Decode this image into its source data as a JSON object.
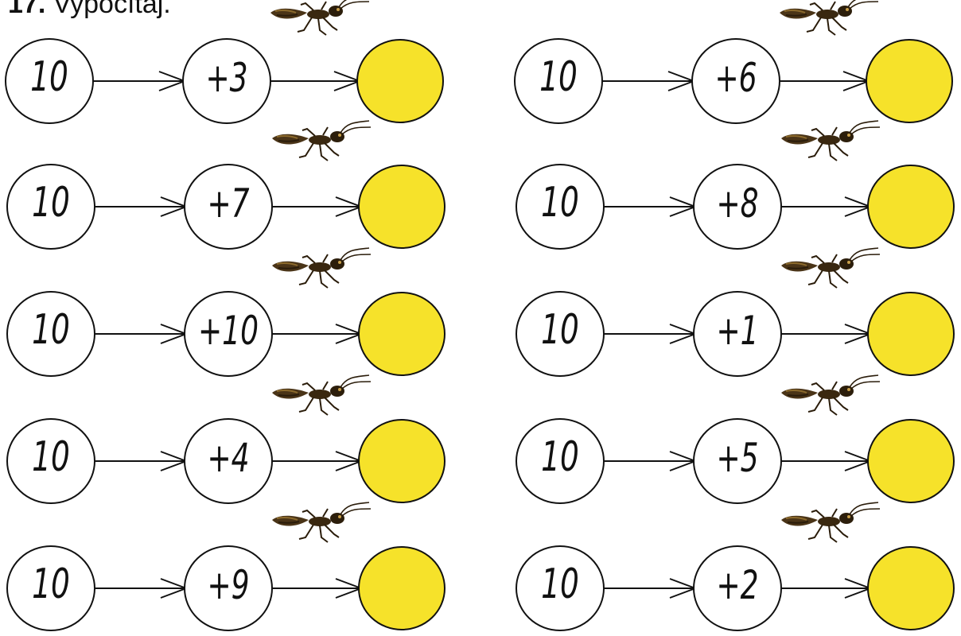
{
  "title": {
    "number": "17.",
    "text": "Vypočítaj."
  },
  "colors": {
    "answer_fill": "#f6e22a",
    "stroke": "#111111",
    "background": "#ffffff"
  },
  "icons": {
    "ant": "ant-icon"
  },
  "rows": [
    {
      "start": "10",
      "op": "+3"
    },
    {
      "start": "10",
      "op": "+7"
    },
    {
      "start": "10",
      "op": "+10"
    },
    {
      "start": "10",
      "op": "+4"
    },
    {
      "start": "10",
      "op": "+9"
    },
    {
      "start": "10",
      "op": "+6"
    },
    {
      "start": "10",
      "op": "+8"
    },
    {
      "start": "10",
      "op": "+1"
    },
    {
      "start": "10",
      "op": "+5"
    },
    {
      "start": "10",
      "op": "+2"
    }
  ]
}
